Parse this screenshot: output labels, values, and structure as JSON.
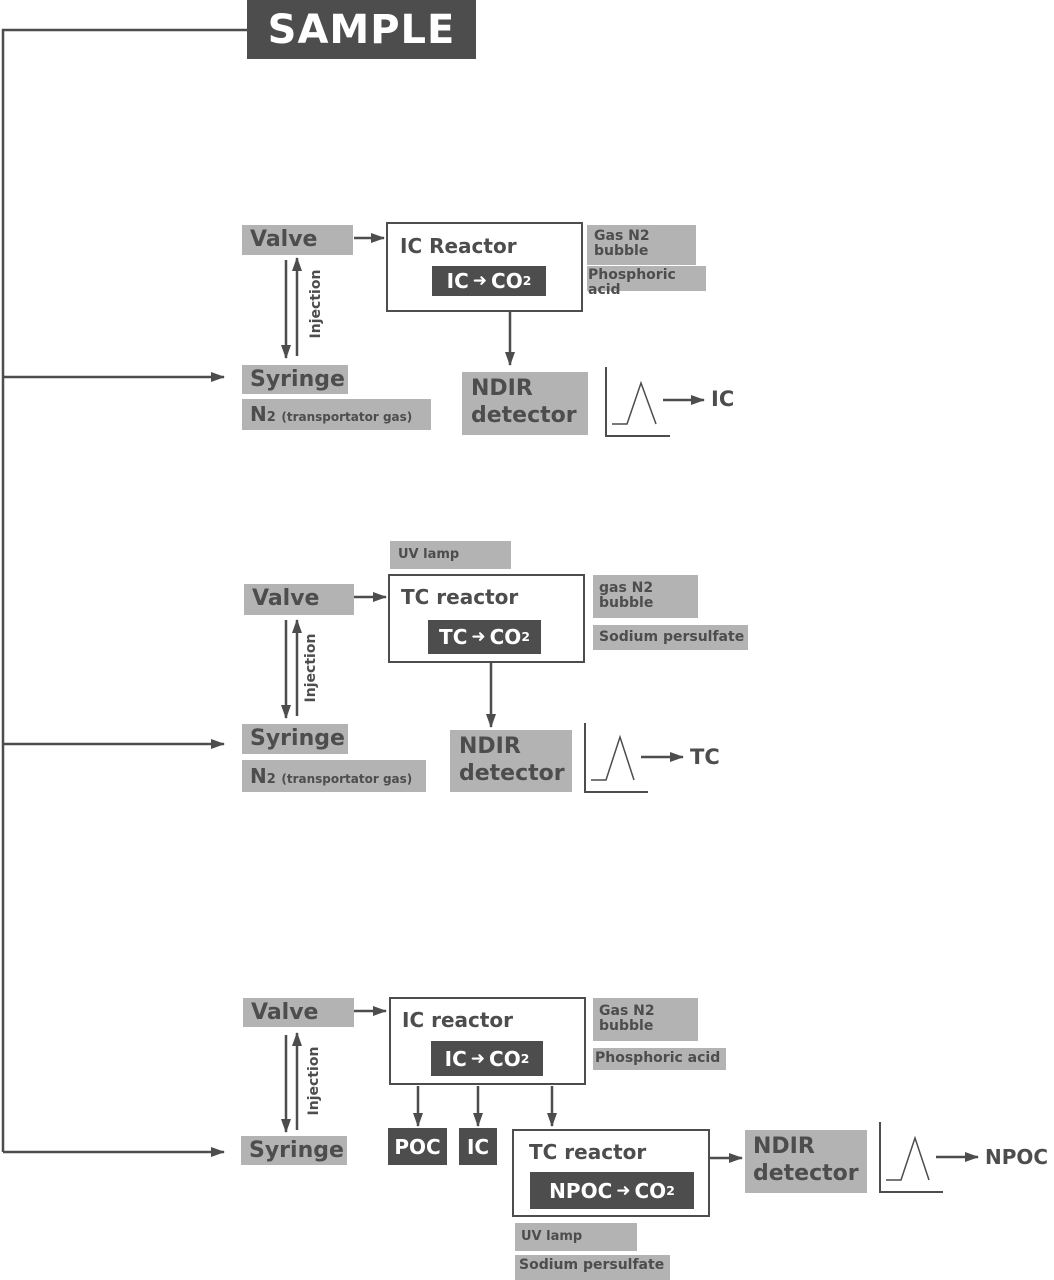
{
  "sample": "SAMPLE",
  "section1": {
    "valve": "Valve",
    "injection": "Injection",
    "syringe": "Syringe",
    "carrier_main": "N",
    "carrier_sub": "2",
    "carrier_note": "(transportator gas)",
    "reactor_title": "IC Reactor",
    "reaction_from": "IC",
    "reaction_to": "CO",
    "reaction_sub": "2",
    "gas_line1": "Gas N2",
    "gas_line2": "bubble",
    "reagent": "Phosphoric acid",
    "detector_line1": "NDIR",
    "detector_line2": "detector",
    "output": "IC"
  },
  "section2": {
    "uv_lamp": "UV lamp",
    "valve": "Valve",
    "injection": "Injection",
    "syringe": "Syringe",
    "carrier_main": "N",
    "carrier_sub": "2",
    "carrier_note": "(transportator gas)",
    "reactor_title": "TC reactor",
    "reaction_from": "TC",
    "reaction_to": "CO",
    "reaction_sub": "2",
    "gas_line1": "gas N2",
    "gas_line2": "bubble",
    "reagent": "Sodium persulfate",
    "detector_line1": "NDIR",
    "detector_line2": "detector",
    "output": "TC"
  },
  "section3": {
    "valve": "Valve",
    "injection": "Injection",
    "syringe": "Syringe",
    "ic_reactor_title": "IC reactor",
    "ic_reaction_from": "IC",
    "ic_reaction_to": "CO",
    "ic_reaction_sub": "2",
    "gas_line1": "Gas N2",
    "gas_line2": "bubble",
    "reagent1": "Phosphoric acid",
    "poc": "POC",
    "ic": "IC",
    "tc_reactor_title": "TC reactor",
    "tc_reaction_from": "NPOC",
    "tc_reaction_to": "CO",
    "tc_reaction_sub": "2",
    "uv_lamp": "UV lamp",
    "reagent2": "Sodium persulfate",
    "detector_line1": "NDIR",
    "detector_line2": "detector",
    "output": "NPOC"
  }
}
